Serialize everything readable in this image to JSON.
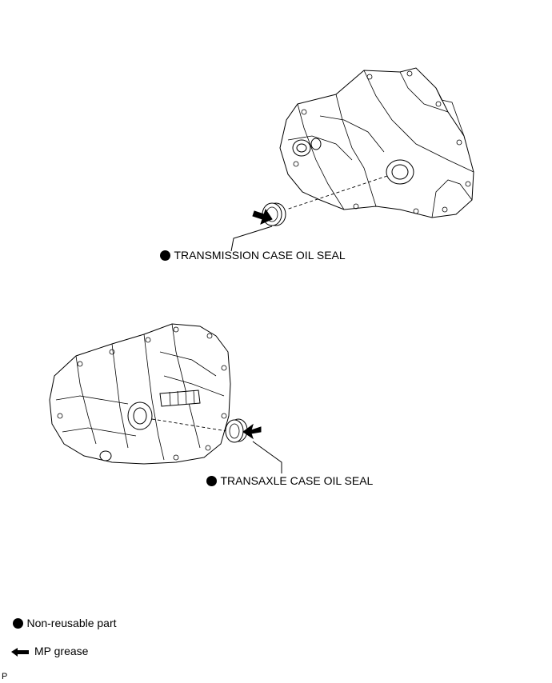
{
  "callouts": {
    "transmission_seal": "TRANSMISSION CASE OIL SEAL",
    "transaxle_seal": "TRANSAXLE CASE OIL SEAL"
  },
  "legend": {
    "non_reusable": "Non-reusable part",
    "mp_grease": "MP grease"
  },
  "footer": {
    "code": "P"
  },
  "icons": {
    "non_reusable": "filled-circle-icon",
    "mp_grease": "left-arrow-icon"
  }
}
